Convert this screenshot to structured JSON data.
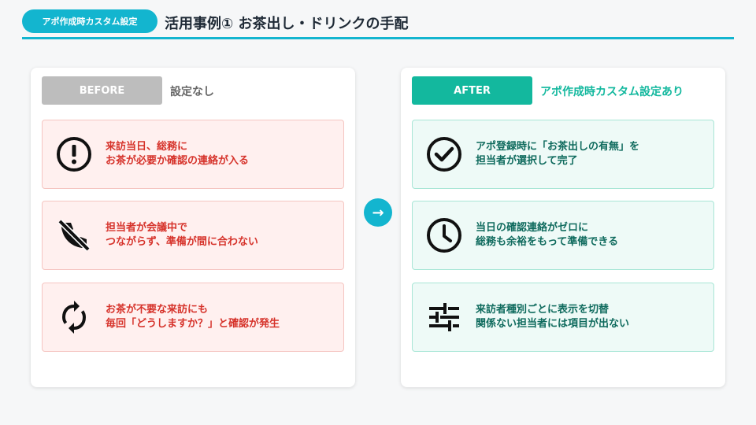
{
  "header": {
    "tag": "アポ作成時カスタム設定",
    "title": "活用事例① お茶出し・ドリンクの手配"
  },
  "before": {
    "badge": "BEFORE",
    "note": "設定なし",
    "cards": [
      {
        "icon": "exclamation-circle-icon",
        "line1": "来訪当日、総務に",
        "line2": "お茶が必要か確認の連絡が入る"
      },
      {
        "icon": "phone-disabled-icon",
        "line1": "担当者が会議中で",
        "line2": "つながらず、準備が間に合わない"
      },
      {
        "icon": "sync-icon",
        "line1": "お茶が不要な来訪にも",
        "line2": "毎回「どうしますか？」と確認が発生"
      }
    ]
  },
  "arrow": "→",
  "after": {
    "badge": "AFTER",
    "note": "アポ作成時カスタム設定あり",
    "cards": [
      {
        "icon": "check-circle-icon",
        "line1": "アポ登録時に「お茶出しの有無」を",
        "line2": "担当者が選択して完了"
      },
      {
        "icon": "clock-icon",
        "line1": "当日の確認連絡がゼロに",
        "line2": "総務も余裕をもって準備できる"
      },
      {
        "icon": "sliders-icon",
        "line1": "来訪者種別ごとに表示を切替",
        "line2": "関係ない担当者には項目が出ない"
      }
    ]
  },
  "colors": {
    "accent": "#13b5cf",
    "after_green": "#13b89e",
    "before_red": "#d6332b",
    "before_gray": "#bdbdbd"
  }
}
